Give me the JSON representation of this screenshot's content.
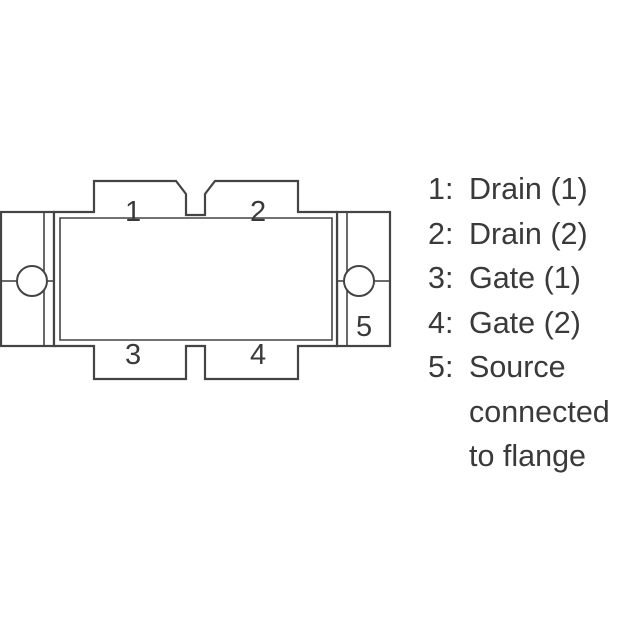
{
  "diagram": {
    "pin_markers": [
      "1",
      "2",
      "3",
      "4",
      "5"
    ]
  },
  "legend": {
    "items": [
      {
        "number": "1:",
        "label": "Drain (1)"
      },
      {
        "number": "2:",
        "label": "Drain (2)"
      },
      {
        "number": "3:",
        "label": "Gate (1)"
      },
      {
        "number": "4:",
        "label": "Gate (2)"
      },
      {
        "number": "5:",
        "label": "Source\nconnected\nto flange"
      }
    ]
  }
}
